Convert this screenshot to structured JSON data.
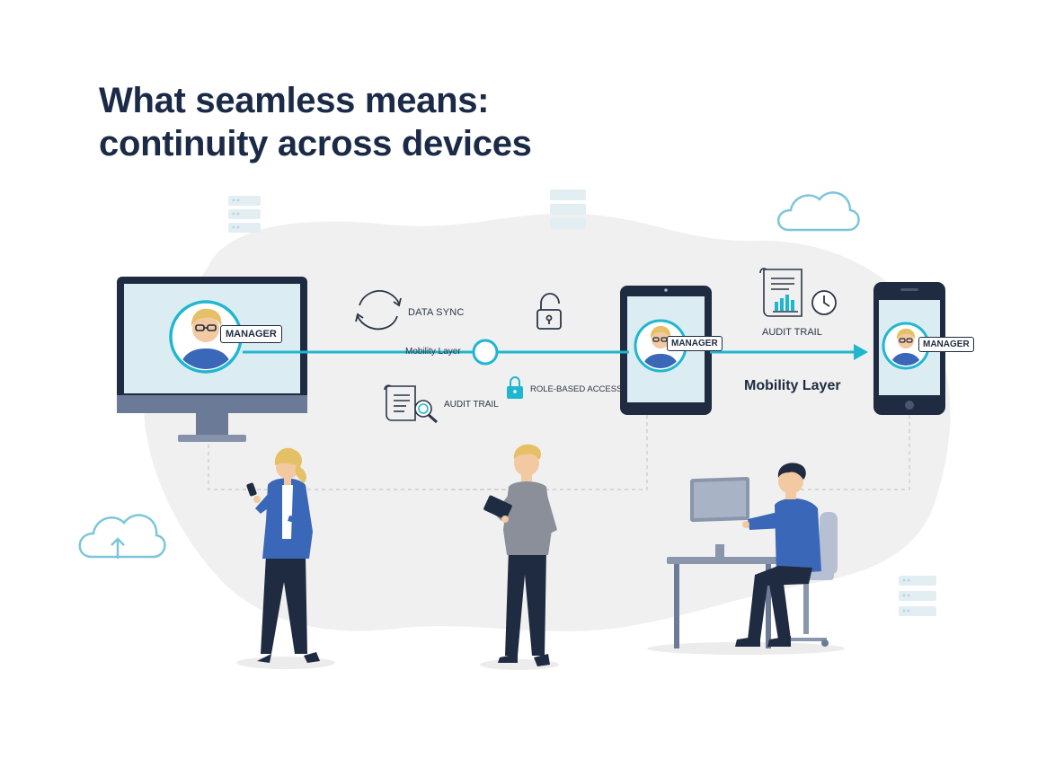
{
  "title": {
    "line1": "What seamless means:",
    "line2": "continuity across devices"
  },
  "labels": {
    "data_sync": "DATA SYNC",
    "mobility_layer_small": "Mobility Layer",
    "audit_trail_left": "AUDIT TRAIL",
    "role_based_access": "ROLE-BASED ACCESS",
    "audit_trail_right": "AUDIT TRAIL",
    "mobility_layer_big": "Mobility Layer"
  },
  "devices": {
    "desktop_badge": "MANAGER",
    "tablet_badge": "MANAGER",
    "phone_badge": "MANAGER"
  },
  "colors": {
    "accent": "#1fb7d0",
    "navy": "#1f2b40",
    "screen": "#dcecf3",
    "blob": "#f0f0f0",
    "blue_shirt": "#3a67b8"
  },
  "icons": [
    "server-stack-icon",
    "cloud-icon",
    "cloud-upload-icon",
    "sync-icon",
    "lock-open-icon",
    "lock-icon",
    "document-search-icon",
    "report-chart-icon",
    "clock-icon",
    "arrow-right-icon"
  ]
}
